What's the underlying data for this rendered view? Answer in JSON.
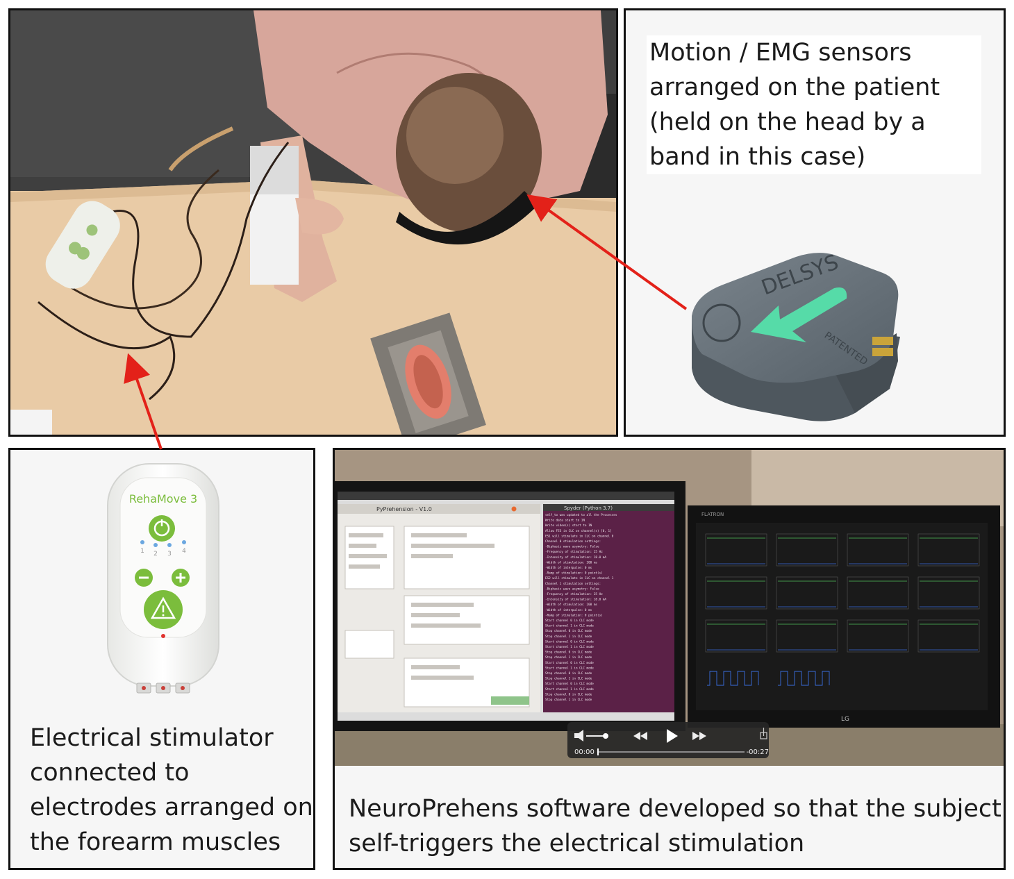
{
  "panels": {
    "sensor": {
      "caption_lines": [
        "Motion / EMG sensors",
        "arranged on the patient",
        "(held on the head by a",
        "band in this case)"
      ],
      "device_brand": "DELSYS",
      "device_marking": "PATENTED"
    },
    "stimulator": {
      "caption_lines": [
        "Electrical stimulator",
        "connected to",
        "electrodes arranged on",
        "the forearm muscles"
      ],
      "device_brand": "RehaMove 3",
      "channel_numbers": [
        "1",
        "2",
        "3",
        "4"
      ]
    },
    "software": {
      "caption_lines": [
        "NeuroPrehens software developed so that the subject",
        "self-triggers the electrical stimulation"
      ],
      "window_title": "PyPrehension - V1.0",
      "editor_title": "Spyder (Python 3.7)",
      "monitor_brand": "FLATRON",
      "lg_logo": "LG",
      "player": {
        "time_elapsed": "00:00",
        "time_remaining": "-00:27"
      },
      "console_lines": [
        "self_to was updated to all the Processes",
        "Write data start to 1N",
        "Write video(s) start to 1N",
        "Allow FES in CLC on channel(s) [0, 1]",
        "ES1 will stimulate in CLC on channel 0",
        "Channel 0 stimulation settings:",
        "-Biphasic wave asymetry: False",
        "-Frequency of stimulation: 25 Hz",
        "-Intensity of stimulation: 18.0 mA",
        "-Width of stimulation: 200 ms",
        "-Width of interpulse: 0 ms",
        "-Ramp of stimulation: 0 point(s)",
        "ES2 will stimulate in CLC on channel 1",
        "Channel 1 stimulation settings:",
        "-Biphasic wave asymetry: False",
        "-Frequency of stimulation: 25 Hz",
        "-Intensity of stimulation: 18.0 mA",
        "-Width of stimulation: 200 ms",
        "-Width of interpulse: 0 ms",
        "-Ramp of stimulation: 0 point(s)",
        "Start channel 0 in CLC mode",
        "Start channel 1 in CLC mode",
        "Stop channel 0 in CLC mode",
        "Stop channel 1 in CLC mode",
        "Start channel 0 in CLC mode",
        "Start channel 1 in CLC mode",
        "Stop channel 0 in CLC mode",
        "Stop channel 1 in CLC mode",
        "Start channel 0 in CLC mode",
        "Start channel 1 in CLC mode",
        "Stop channel 0 in CLC mode",
        "Stop channel 1 in CLC mode",
        "Start channel 0 in CLC mode",
        "Start channel 1 in CLC mode",
        "Stop channel 0 in CLC mode",
        "Stop channel 1 in CLC mode"
      ]
    }
  },
  "colors": {
    "arrow": "#e32119",
    "reha_green": "#7bbd3c",
    "delsys_gray": "#5d6770",
    "delsys_accent": "#53d7a5",
    "table_wood": "#e8c9a2",
    "terminal_bg": "#5b2147",
    "plot_bg": "#1a1a1a"
  }
}
